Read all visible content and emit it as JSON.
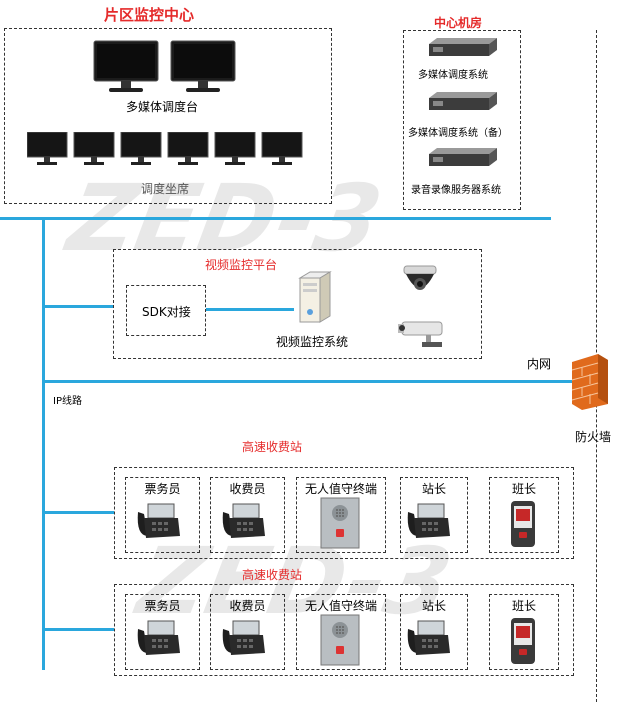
{
  "monitor_center": {
    "title": "片区监控中心",
    "console_label": "多媒体调度台",
    "seats_label": "调度坐席"
  },
  "machine_room": {
    "title": "中心机房",
    "items": [
      "多媒体调度系统",
      "多媒体调度系统（备）",
      "录音录像服务器系统"
    ]
  },
  "video_platform": {
    "title": "视频监控平台",
    "sdk_label": "SDK对接",
    "system_label": "视频监控系统"
  },
  "network": {
    "intranet_label": "内网",
    "firewall_label": "防火墙",
    "ip_line_label": "IP线路"
  },
  "stations": [
    {
      "title": "高速收费站",
      "cells": [
        "票务员",
        "收费员",
        "无人值守终端",
        "站长",
        "班长"
      ]
    },
    {
      "title": "高速收费站",
      "cells": [
        "票务员",
        "收费员",
        "无人值守终端",
        "站长",
        "班长"
      ]
    }
  ],
  "watermark": "ZED-3",
  "colors": {
    "accent_red": "#e52a2a",
    "line_blue": "#2aa7dd",
    "firewall": "#e06a1c"
  }
}
